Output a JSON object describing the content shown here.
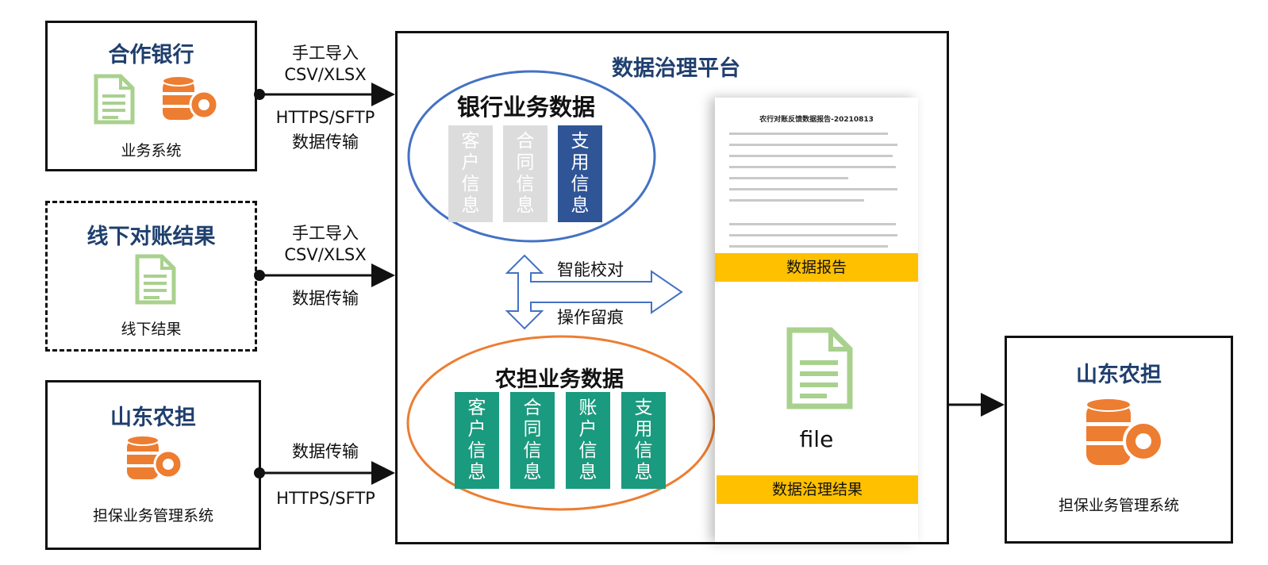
{
  "sources": {
    "bank": {
      "title": "合作银行",
      "label": "业务系统"
    },
    "offline": {
      "title": "线下对账结果",
      "label": "线下结果"
    },
    "sdnd": {
      "title": "山东农担",
      "label": "担保业务管理系统"
    }
  },
  "flows": {
    "bank": {
      "line1": "手工导入",
      "line2": "CSV/XLSX",
      "line3": "HTTPS/SFTP",
      "line4": "数据传输"
    },
    "offline": {
      "line1": "手工导入",
      "line2": "CSV/XLSX",
      "line3": "数据传输"
    },
    "sdnd": {
      "line1": "数据传输",
      "line2": "HTTPS/SFTP"
    }
  },
  "platform": {
    "title": "数据治理平台",
    "bank_data": {
      "title": "银行业务数据",
      "chips": [
        "客户信息",
        "合同信息",
        "支用信息"
      ]
    },
    "nd_data": {
      "title": "农担业务数据",
      "chips": [
        "客户信息",
        "合同信息",
        "账户信息",
        "支用信息"
      ]
    },
    "arrow_label1": "智能校对",
    "arrow_label2": "操作留痕",
    "report": {
      "heading": "农行对账反馈数据报告-20210813",
      "banner": "数据报告"
    },
    "file_label": "file",
    "result_banner": "数据治理结果"
  },
  "target": {
    "title": "山东农担",
    "label": "担保业务管理系统"
  },
  "colors": {
    "navy": "#1f3f6e",
    "gold": "#ffc000",
    "green": "#1a9a7e",
    "blue": "#2f5597",
    "orange": "#ed7d31",
    "file_green": "#a9d18e"
  }
}
